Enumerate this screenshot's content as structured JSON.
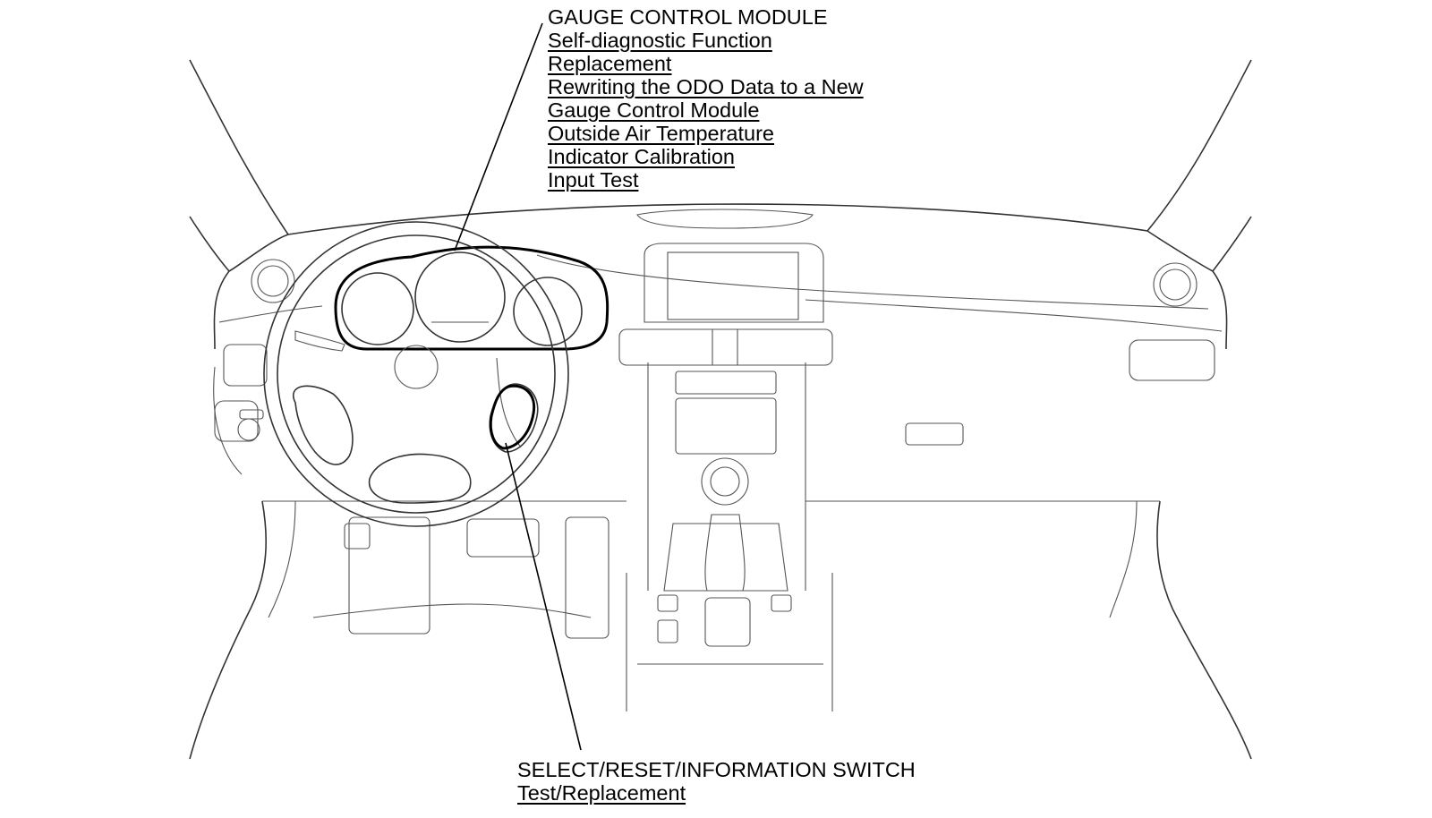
{
  "callouts": {
    "gauge_control_module": {
      "title": "GAUGE CONTROL MODULE",
      "links": [
        "Self-diagnostic Function",
        "Replacement",
        "Rewriting the ODO Data to a New",
        "Gauge Control Module",
        "Outside Air Temperature",
        "Indicator Calibration",
        "Input Test"
      ]
    },
    "select_reset_information_switch": {
      "title": "SELECT/RESET/INFORMATION SWITCH",
      "links": [
        "Test/Replacement"
      ]
    }
  }
}
